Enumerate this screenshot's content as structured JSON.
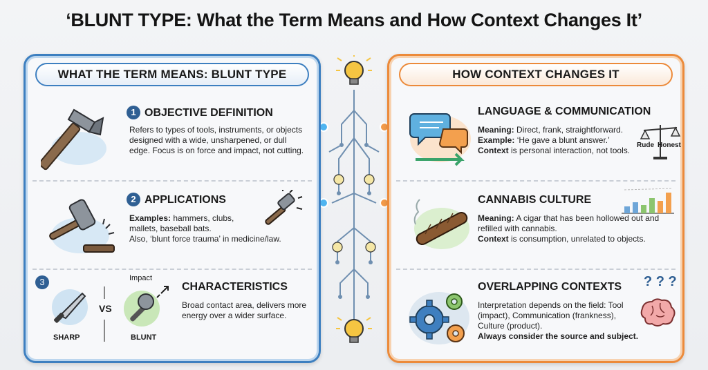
{
  "title": "‘BLUNT TYPE: What the Term Means and How Context Changes It’",
  "left_panel": {
    "header": "WHAT THE TERM MEANS: BLUNT TYPE",
    "sections": [
      {
        "number": "1",
        "title": "OBJECTIVE DEFINITION",
        "body": "Refers to types of tools, instruments, or objects designed with a wide, unsharpened, or dull edge. Focus is on force and impact, not cutting."
      },
      {
        "number": "2",
        "title": "APPLICATIONS",
        "examples_label": "Examples:",
        "examples_text": " hammers, clubs, mallets, baseball bats.",
        "also_text": "Also, ‘blunt force trauma’ in medicine/law."
      },
      {
        "number": "3",
        "title": "CHARACTERISTICS",
        "body": "Broad contact area, delivers more energy over a wider surface.",
        "sharp_label": "SHARP",
        "vs_label": "VS",
        "blunt_label": "BLUNT",
        "impact_label": "Impact"
      }
    ]
  },
  "right_panel": {
    "header": "HOW CONTEXT CHANGES IT",
    "sections": [
      {
        "title": "LANGUAGE & COMMUNICATION",
        "meaning_label": "Meaning:",
        "meaning_text": " Direct, frank, straightforward.",
        "example_label": "Example:",
        "example_text": " ‘He gave a blunt answer.’",
        "context_label": "Context",
        "context_text": " is personal interaction, not tools.",
        "scale_left": "Rude",
        "scale_right": "Honest"
      },
      {
        "title": "CANNABIS CULTURE",
        "meaning_label": "Meaning:",
        "meaning_text": " A cigar that has been hollowed out and refilled with cannabis.",
        "context_label": "Context",
        "context_text": " is consumption, unrelated to objects."
      },
      {
        "title": "OVERLAPPING CONTEXTS",
        "body": "Interpretation depends on the field: Tool (impact), Communication (frankness), Culture (product).",
        "emphasis": "Always consider the source and subject.",
        "question_marks": "? ? ?"
      }
    ]
  },
  "colors": {
    "left_accent": "#3d7fc0",
    "right_accent": "#ec8a3a",
    "center_circuit": "#6f8fb0",
    "bulb": "#f5c542"
  }
}
